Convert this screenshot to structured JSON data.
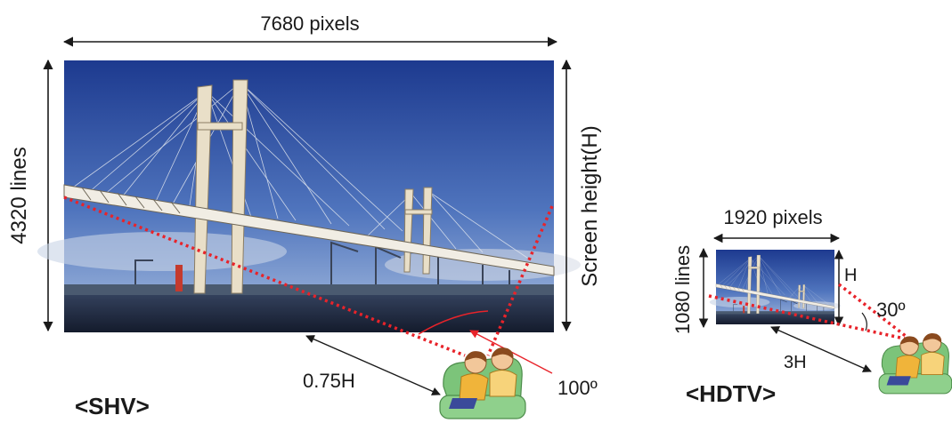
{
  "shv": {
    "width_label": "7680 pixels",
    "height_label": "4320 lines",
    "screen_height_label": "Screen height(H)",
    "distance_label": "0.75H",
    "angle_label": "100º",
    "name_label": "<SHV>"
  },
  "hdtv": {
    "width_label": "1920 pixels",
    "height_label": "1080 lines",
    "h_label": "H",
    "distance_label": "3H",
    "angle_label": "30º",
    "name_label": "<HDTV>"
  },
  "colors": {
    "sightline": "#e8232a",
    "arrow": "#1a1a1a",
    "sky_top": "#1d3a8f",
    "sky_bottom": "#8fb0dc",
    "water": "#1e2a45",
    "sofa": "#7cc47a"
  }
}
